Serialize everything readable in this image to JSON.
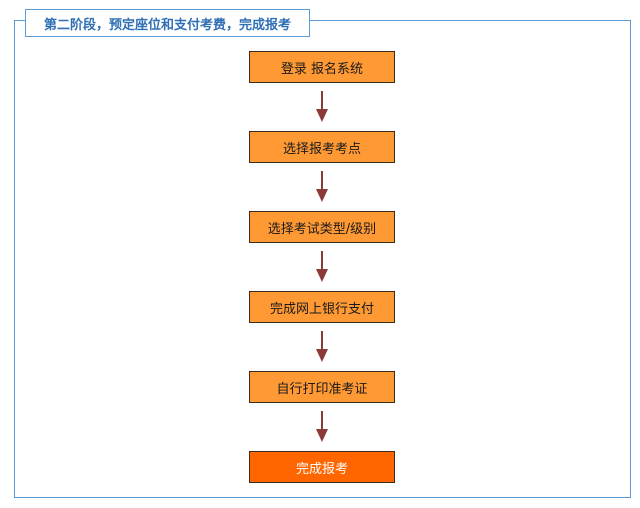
{
  "diagram": {
    "title": "第二阶段，预定座位和支付考费，完成报考",
    "steps": [
      {
        "label": "登录 报名系统"
      },
      {
        "label": "选择报考考点"
      },
      {
        "label": "选择考试类型/级别"
      },
      {
        "label": "完成网上银行支付"
      },
      {
        "label": "自行打印准考证"
      },
      {
        "label": "完成报考"
      }
    ]
  },
  "colors": {
    "frame_border": "#5b9bd5",
    "title_text": "#2f6fb5",
    "step_fill": "#ff9933",
    "final_step_fill": "#ff6600",
    "arrow": "#8b3a3a"
  }
}
